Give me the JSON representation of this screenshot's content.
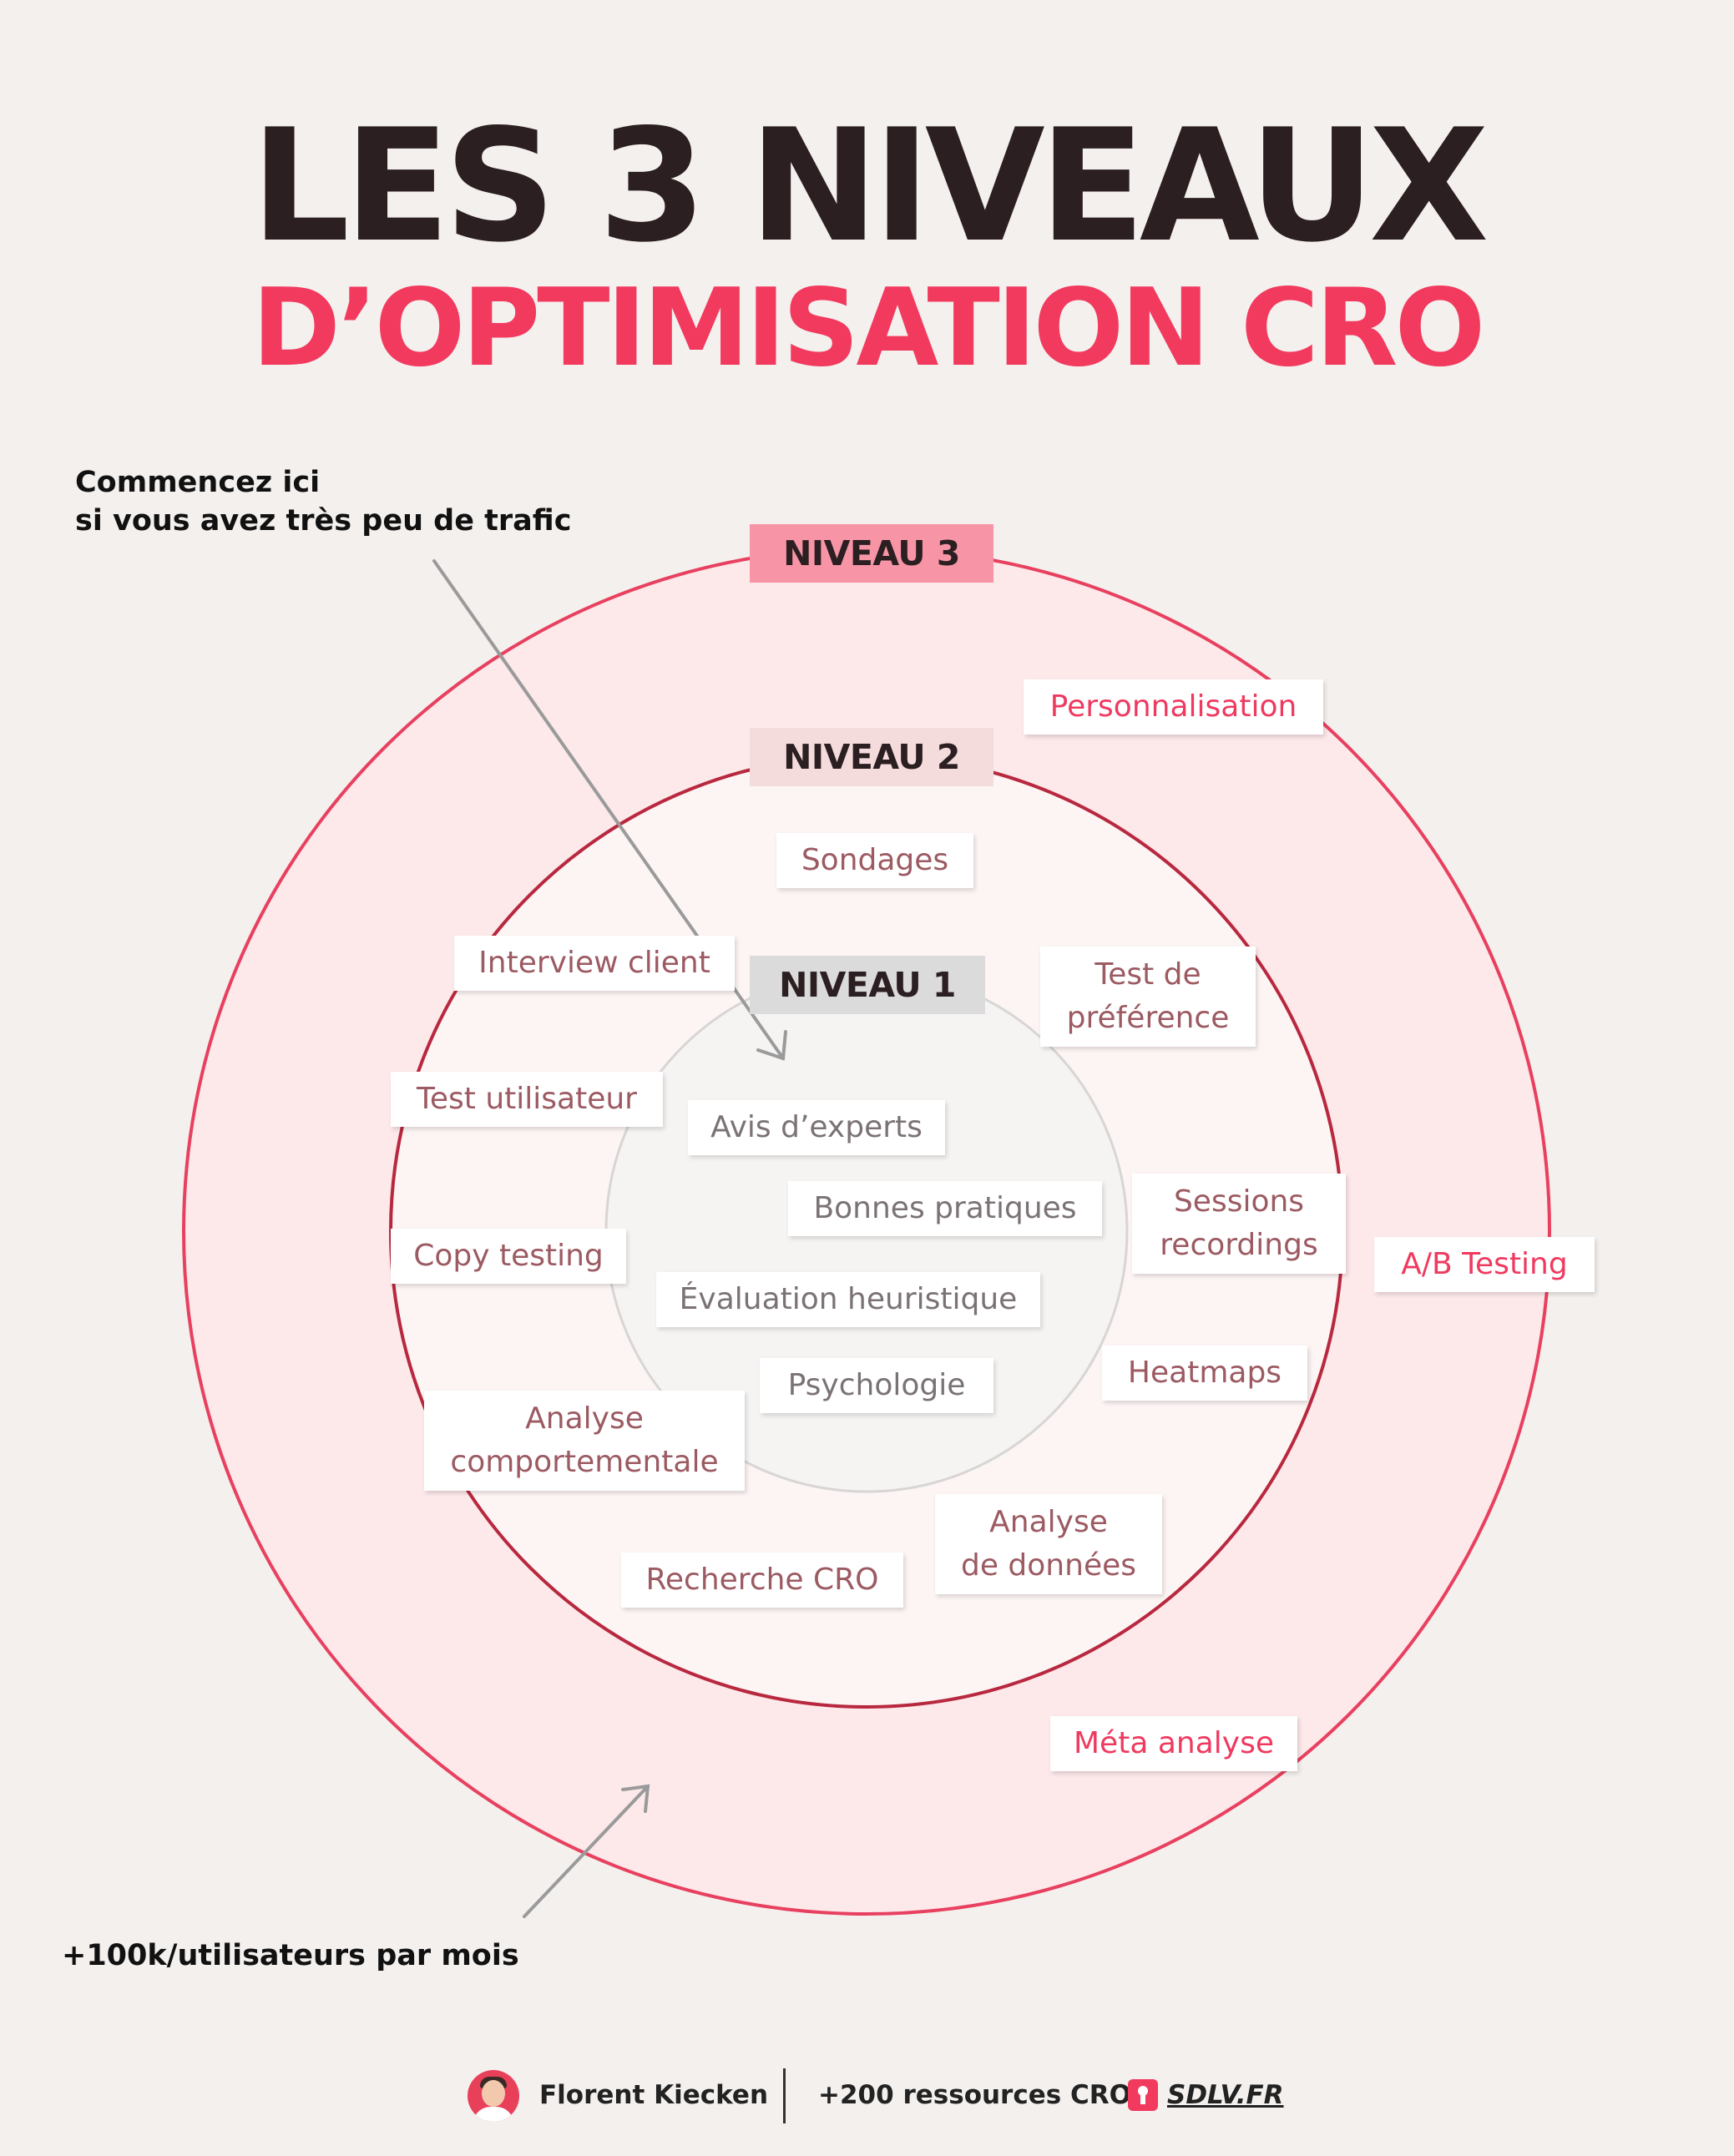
{
  "title": {
    "line1": "LES 3 NIVEAUX",
    "line2": "D’OPTIMISATION CRO"
  },
  "notes": {
    "start": [
      "Commencez ici",
      "si vous avez très peu de trafic"
    ],
    "traffic": "+100k/utilisateurs par mois"
  },
  "levels": {
    "niveau3": "NIVEAU 3",
    "niveau2": "NIVEAU 2",
    "niveau1": "NIVEAU 1"
  },
  "niveau3_items": {
    "personnalisation": "Personnalisation",
    "ab_testing": "A/B Testing",
    "meta_analyse": "Méta analyse"
  },
  "niveau2_items": {
    "sondages": "Sondages",
    "interview_client": "Interview client",
    "test_preference": [
      "Test de",
      "préférence"
    ],
    "test_utilisateur": "Test utilisateur",
    "sessions_recordings": [
      "Sessions",
      "recordings"
    ],
    "copy_testing": "Copy testing",
    "heatmaps": "Heatmaps",
    "analyse_comportementale": [
      "Analyse",
      "comportementale"
    ],
    "analyse_donnees": [
      "Analyse",
      "de données"
    ],
    "recherche_cro": "Recherche CRO"
  },
  "niveau1_items": {
    "avis_experts": "Avis d’experts",
    "bonnes_pratiques": "Bonnes pratiques",
    "evaluation_heuristique": "Évaluation heuristique",
    "psychologie": "Psychologie"
  },
  "footer": {
    "author": "Florent Kiecken",
    "resources": "+200 ressources CRO :",
    "site": "SDLV.FR"
  },
  "colors": {
    "title_dark": "#2b1f22",
    "accent": "#f23a5e",
    "ring3_stroke": "#e8405f",
    "ring3_fill": "#fde8ea",
    "ring2_stroke": "#b8283f",
    "ring1_stroke": "#d8d5d5"
  },
  "icons": {
    "author": "avatar-icon",
    "site": "lock-icon",
    "arrows": "arrow-icon"
  }
}
